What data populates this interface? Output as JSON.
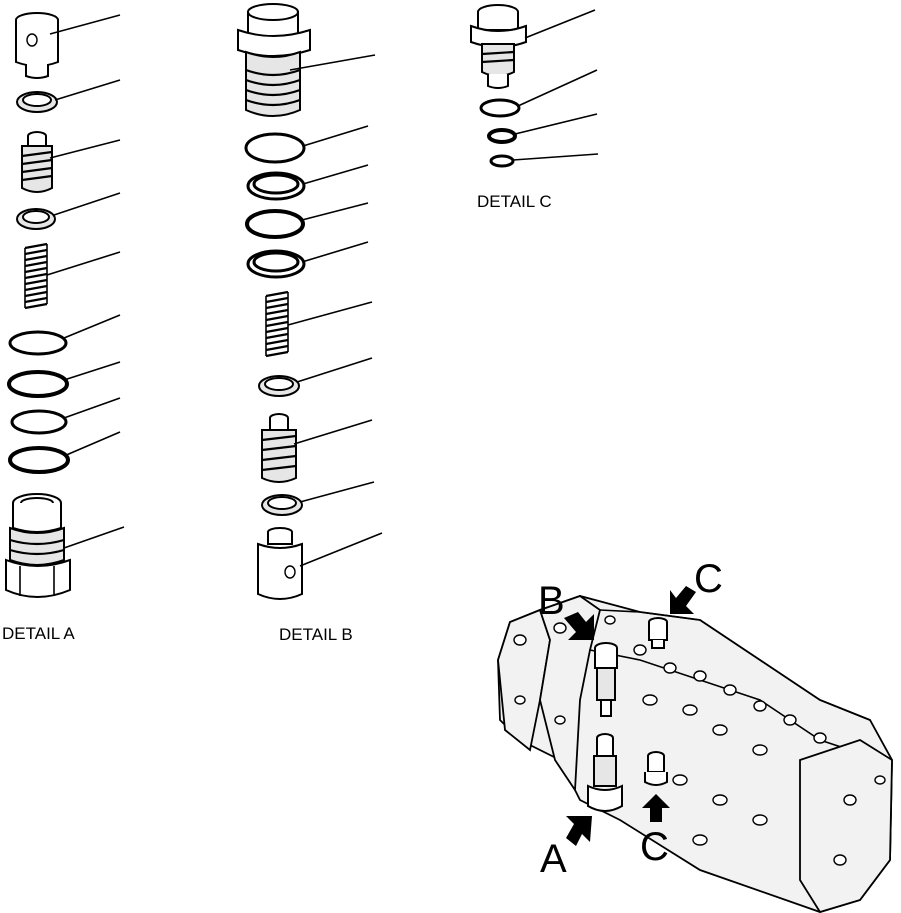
{
  "labels": {
    "detail_a": "DETAIL A",
    "detail_b": "DETAIL B",
    "detail_c": "DETAIL C",
    "callout_a": "A",
    "callout_b": "B",
    "callout_c_top": "C",
    "callout_c_bottom": "C"
  }
}
